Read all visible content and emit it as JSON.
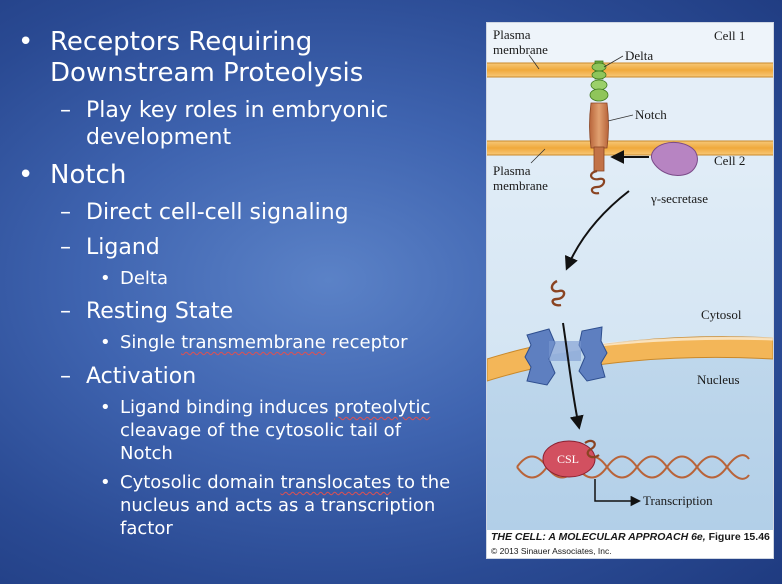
{
  "bullets": {
    "receptors_heading": "Receptors Requiring",
    "receptors_heading_2": "Downstream Proteolysis",
    "embryonic": "Play key roles in embryonic",
    "embryonic_2": "development",
    "notch": "Notch",
    "direct": "Direct cell-cell signaling",
    "ligand": "Ligand",
    "delta": "Delta",
    "resting": "Resting State",
    "single_pre": "Single ",
    "single_word": "transmembrane",
    "single_post": " receptor",
    "activation": "Activation",
    "binding_pre": "Ligand binding induces ",
    "binding_word": "proteolytic",
    "binding_2": "cleavage of the cytosolic tail of",
    "binding_3": "Notch",
    "cytosolic_pre": "Cytosolic domain ",
    "cytosolic_word": "translocates",
    "cytosolic_post": " to the",
    "cytosolic_2": "nucleus and acts as a transcription",
    "cytosolic_3": "factor"
  },
  "markers": {
    "level1": "•",
    "level2": "–",
    "level3": "•"
  },
  "figure": {
    "plasma_membrane_top_1": "Plasma",
    "plasma_membrane_top_2": "membrane",
    "delta": "Delta",
    "cell1": "Cell 1",
    "notch": "Notch",
    "plasma_membrane_bottom_1": "Plasma",
    "plasma_membrane_bottom_2": "membrane",
    "cell2": "Cell 2",
    "gamma_secretase": "γ-secretase",
    "cytosol": "Cytosol",
    "nucleus": "Nucleus",
    "csl": "CSL",
    "transcription": "Transcription",
    "caption_title": "THE CELL: A MOLECULAR APPROACH 6e,",
    "caption_figure": "Figure 15.46",
    "copyright": "© 2013 Sinauer Associates, Inc."
  }
}
